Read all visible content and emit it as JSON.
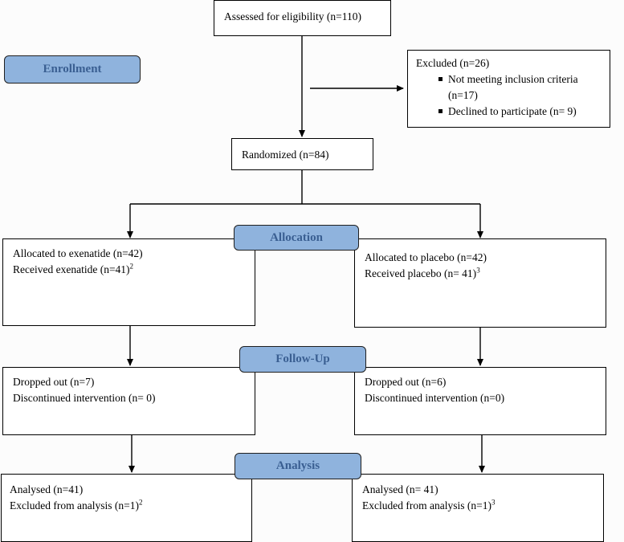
{
  "stages": {
    "enrollment": "Enrollment",
    "allocation": "Allocation",
    "follow_up": "Follow-Up",
    "analysis": "Analysis"
  },
  "assessed": "Assessed for eligibility (n=110)",
  "excluded": {
    "title": "Excluded (n=26)",
    "reasons": [
      "Not meeting inclusion criteria",
      "(n=17)",
      "Declined to participate (n= 9)"
    ]
  },
  "randomized": "Randomized (n=84)",
  "exenatide": {
    "allocated": "Allocated to exenatide (n=42)",
    "received": "Received exenatide (n=41)",
    "received_note": "2",
    "dropped": "Dropped out (n=7)",
    "discontinued": "Discontinued intervention (n= 0)",
    "analysed": "Analysed (n=41)",
    "excluded": "Excluded from analysis (n=1)",
    "excluded_note": "2"
  },
  "placebo": {
    "allocated": "Allocated to placebo (n=42)",
    "received": "Received placebo (n= 41)",
    "received_note": "3",
    "dropped": "Dropped out (n=6)",
    "discontinued": "Discontinued intervention (n=0)",
    "analysed": "Analysed (n= 41)",
    "excluded": "Excluded from analysis (n=1)",
    "excluded_note": "3"
  },
  "colors": {
    "stage_fill": "#8fb3dd",
    "stage_text": "#3a5f92",
    "line": "#000000"
  }
}
